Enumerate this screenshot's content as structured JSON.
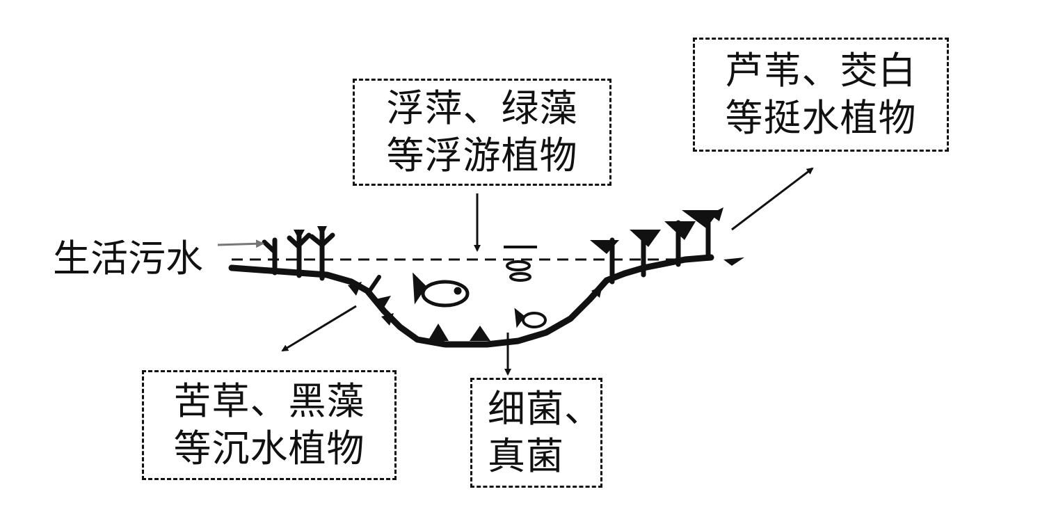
{
  "labels": {
    "sewage": "生活污水",
    "floating_plants": [
      "浮萍、绿藻",
      "等浮游植物"
    ],
    "emergent_plants": [
      "芦苇、茭白",
      "等挺水植物"
    ],
    "submerged_plants": [
      "苦草、黑藻",
      "等沉水植物"
    ],
    "microbes": [
      "细菌、",
      "真菌"
    ]
  },
  "colors": {
    "ink": "#111111",
    "sewage_arrow": "#777777",
    "background": "#ffffff"
  }
}
